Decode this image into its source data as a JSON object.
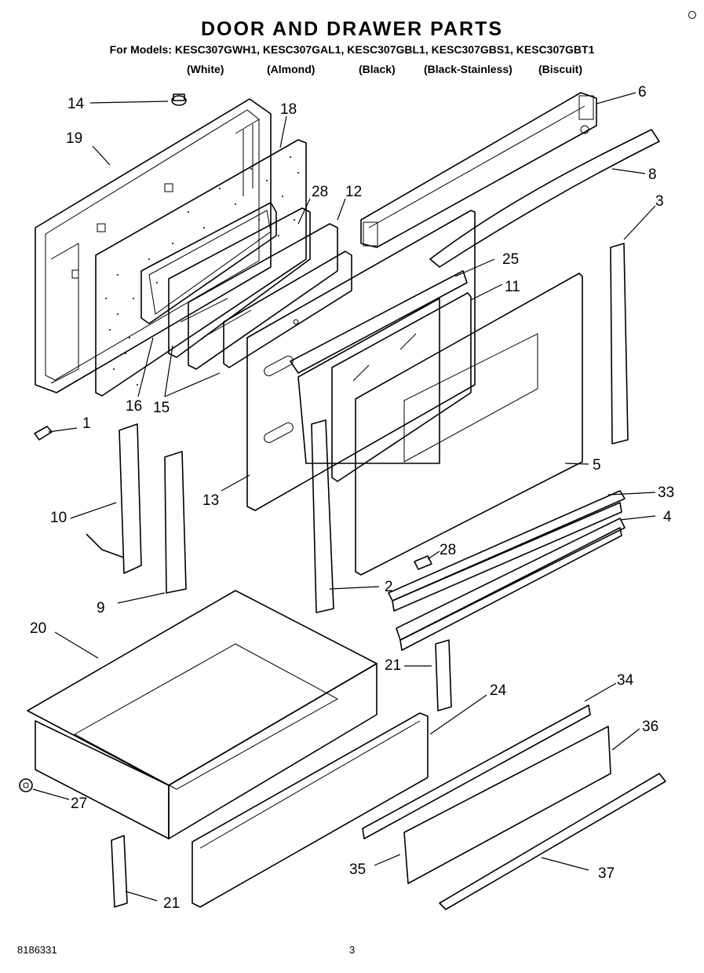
{
  "title": "DOOR AND DRAWER PARTS",
  "models_line": "For Models: KESC307GWH1, KESC307GAL1, KESC307GBL1, KESC307GBS1, KESC307GBT1",
  "colors": [
    "(White)",
    "(Almond)",
    "(Black)",
    "(Black-Stainless)",
    "(Biscuit)"
  ],
  "footer": {
    "doc_number": "8186331",
    "page_number": "3"
  },
  "callouts": {
    "c1": "1",
    "c2": "2",
    "c3": "3",
    "c4": "4",
    "c5": "5",
    "c6": "6",
    "c8": "8",
    "c9": "9",
    "c10": "10",
    "c11": "11",
    "c12": "12",
    "c13": "13",
    "c14": "14",
    "c15": "15",
    "c16": "16",
    "c18": "18",
    "c19": "19",
    "c20": "20",
    "c21a": "21",
    "c21b": "21",
    "c24": "24",
    "c25": "25",
    "c27": "27",
    "c28a": "28",
    "c28b": "28",
    "c33": "33",
    "c34": "34",
    "c35": "35",
    "c36": "36",
    "c37": "37"
  }
}
